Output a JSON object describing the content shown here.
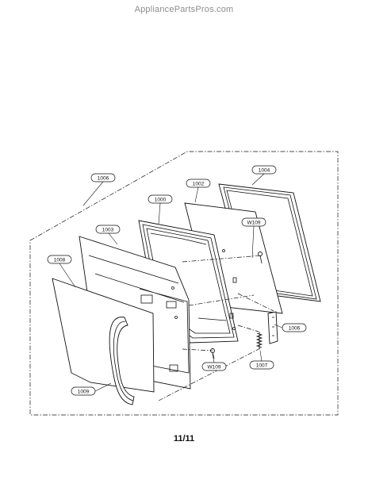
{
  "watermark": "AppliancePartsPros.com",
  "page_number": "11/11",
  "callouts": {
    "door_assembly": "1006",
    "door_frame": "1004",
    "choke_cover": "1002",
    "door_inner": "1000",
    "door_screen": "1003",
    "door_outer": "1008",
    "handle": "1009",
    "screw_upper": "W109",
    "screw_lower": "W109",
    "latch": "1006",
    "spring": "1007"
  }
}
